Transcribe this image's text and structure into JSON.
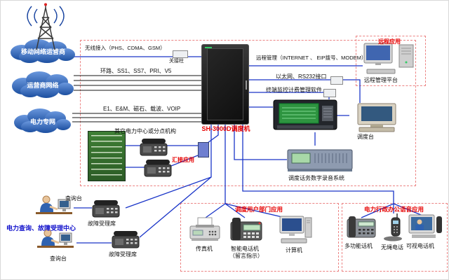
{
  "clouds": {
    "mobile": "移动网络运营商",
    "carrier": "运营商网络",
    "power": "电力专网"
  },
  "pbx": {
    "label": "SH-3000D调度机"
  },
  "links": {
    "wireless": "无线接入（PHS、CDMA、GSM）",
    "wireless_device": "关接柱",
    "carrier_trunks": "环路、SS1、SS7、PRI、V5",
    "power_trunks": "E1、E&M、磁石、载波、VOIP",
    "tandem": "汇接应用",
    "remote_mgmt": "远程管理（INTERNET 、 EIP拨号、MODEM）",
    "ethernet": "以太网、RS232接口",
    "billing": "终端监控计费管理软件"
  },
  "remote": {
    "app": "远程应用",
    "platform": "远程管理平台"
  },
  "right": {
    "console": "调度台",
    "recorder": "调度话务数字录音系统"
  },
  "branch": {
    "label": "其它电力中心或分点机构"
  },
  "callcenter": {
    "query1": "查询台",
    "query2": "查询台",
    "title": "电力查询、故障受理中心",
    "agent1": "故障受理席",
    "agent2": "故障受理席"
  },
  "dept": {
    "title": "调度用户部门应用",
    "fax": "传真机",
    "smartphone": "智能电话机",
    "smartphone_note": "（留言指示）",
    "computer": "计算机"
  },
  "admin": {
    "title": "电力行政办公语音应用",
    "multiphone": "多功能话机",
    "cordless": "无绳电话",
    "videophone": "可视电话机"
  },
  "colors": {
    "accent_red": "#e60000",
    "line_blue": "#1a35c8",
    "cloud_blue": "#2a5cb0"
  }
}
